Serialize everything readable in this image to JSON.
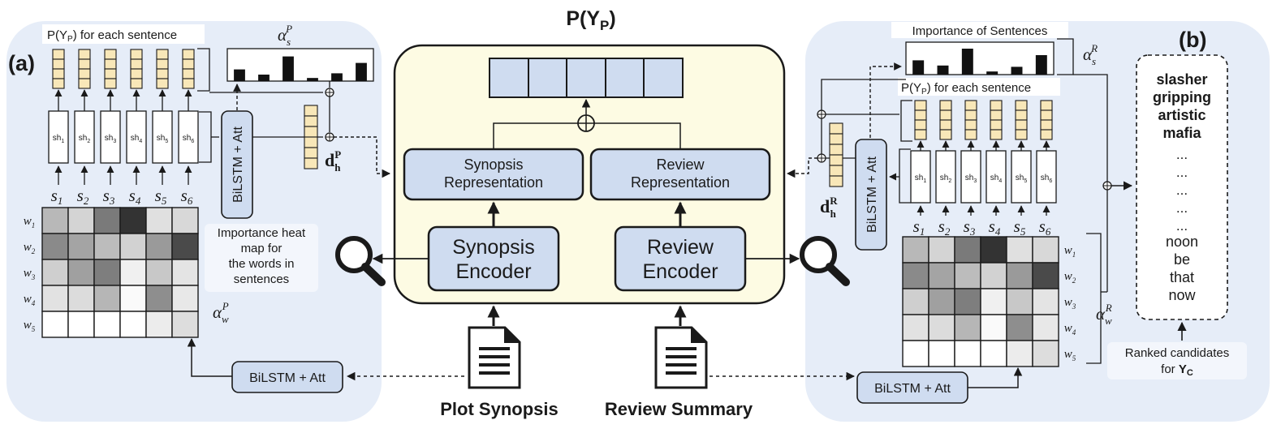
{
  "title": "P(Y",
  "title_sub": "P",
  "title_close": ")",
  "panel_a": {
    "tag": "(a)",
    "pyp_label": "P(Y",
    "pyp_sub": "P",
    "pyp_rest": ") for each sentence",
    "alpha_s": "α",
    "alpha_s_sub": "s",
    "alpha_s_sup": "P",
    "bilstm": "BiLSTM + Att",
    "dh": "d",
    "dh_sub": "h",
    "dh_sup": "P",
    "heatmap_caption": [
      "Importance heat",
      "map for",
      "the words in",
      "sentences"
    ],
    "alpha_w": "α",
    "alpha_w_sub": "w",
    "alpha_w_sup": "P",
    "bottom_bilstm": "BiLSTM + Att",
    "sentences": [
      "s1",
      "s2",
      "s3",
      "s4",
      "s5",
      "s6"
    ],
    "hidden": [
      "sh1",
      "sh2",
      "sh3",
      "sh4",
      "sh5",
      "sh6"
    ],
    "words": [
      "w1",
      "w2",
      "w3",
      "w4",
      "w5"
    ],
    "attn_bars": [
      0.45,
      0.25,
      0.95,
      0.12,
      0.3,
      0.7
    ],
    "heatmap": [
      [
        "#b8b8b8",
        "#d4d4d4",
        "#7a7a7a",
        "#333333",
        "#e0e0e0",
        "#d8d8d8"
      ],
      [
        "#8a8a8a",
        "#a4a4a4",
        "#bcbcbc",
        "#d2d2d2",
        "#9a9a9a",
        "#4a4a4a"
      ],
      [
        "#cfcfcf",
        "#a0a0a0",
        "#7e7e7e",
        "#f0f0f0",
        "#c8c8c8",
        "#e4e4e4"
      ],
      [
        "#e2e2e2",
        "#dcdcdc",
        "#b6b6b6",
        "#fafafa",
        "#8e8e8e",
        "#e8e8e8"
      ],
      [
        "#ffffff",
        "#ffffff",
        "#ffffff",
        "#ffffff",
        "#ececec",
        "#dddddd"
      ]
    ]
  },
  "center": {
    "synopsis_rep": [
      "Synopsis",
      "Representation"
    ],
    "review_rep": [
      "Review",
      "Representation"
    ],
    "synopsis_enc": [
      "Synopsis",
      "Encoder"
    ],
    "review_enc": [
      "Review",
      "Encoder"
    ],
    "plot_synopsis": "Plot Synopsis",
    "review_summary": "Review Summary"
  },
  "panel_b": {
    "tag": "(b)",
    "importance_label": "Importance of Sentences",
    "alpha_s": "α",
    "alpha_s_sub": "s",
    "alpha_s_sup": "R",
    "pyp_label": "P(Y",
    "pyp_sub": "P",
    "pyp_rest": ") for each sentence",
    "bilstm": "BiLSTM + Att",
    "dh": "d",
    "dh_sub": "h",
    "dh_sup": "R",
    "alpha_w": "α",
    "alpha_w_sub": "w",
    "alpha_w_sup": "R",
    "bottom_bilstm": "BiLSTM + Att",
    "sentences": [
      "s1",
      "s2",
      "s3",
      "s4",
      "s5",
      "s6"
    ],
    "hidden": [
      "sh1",
      "sh2",
      "sh3",
      "sh4",
      "sh5",
      "sh6"
    ],
    "words": [
      "w1",
      "w2",
      "w3",
      "w4",
      "w5"
    ],
    "attn_bars": [
      0.55,
      0.35,
      1.0,
      0.12,
      0.3,
      0.75
    ],
    "heatmap": [
      [
        "#b8b8b8",
        "#d4d4d4",
        "#7a7a7a",
        "#333333",
        "#e0e0e0",
        "#d8d8d8"
      ],
      [
        "#8a8a8a",
        "#a4a4a4",
        "#bcbcbc",
        "#d2d2d2",
        "#9a9a9a",
        "#4a4a4a"
      ],
      [
        "#cfcfcf",
        "#a0a0a0",
        "#7e7e7e",
        "#f0f0f0",
        "#c8c8c8",
        "#e4e4e4"
      ],
      [
        "#e2e2e2",
        "#dcdcdc",
        "#b6b6b6",
        "#fafafa",
        "#8e8e8e",
        "#e8e8e8"
      ],
      [
        "#ffffff",
        "#ffffff",
        "#ffffff",
        "#ffffff",
        "#ececec",
        "#dddddd"
      ]
    ],
    "candidates_bold": [
      "slasher",
      "gripping",
      "artistic",
      "mafia"
    ],
    "candidates_dots": [
      "...",
      "...",
      "...",
      "...",
      "..."
    ],
    "candidates_plain": [
      "noon",
      "be",
      "that",
      "now"
    ],
    "ranked_label": "Ranked candidates",
    "ranked_for": "for ",
    "ranked_y": "Y",
    "ranked_y_sub": "C"
  },
  "colors": {
    "panel_bg": "#e6edf8",
    "center_bg": "#fdfbe3",
    "box_fill": "#cfdcf0",
    "cell_fill": "#f8e7b8",
    "stroke": "#1a1a1a"
  }
}
